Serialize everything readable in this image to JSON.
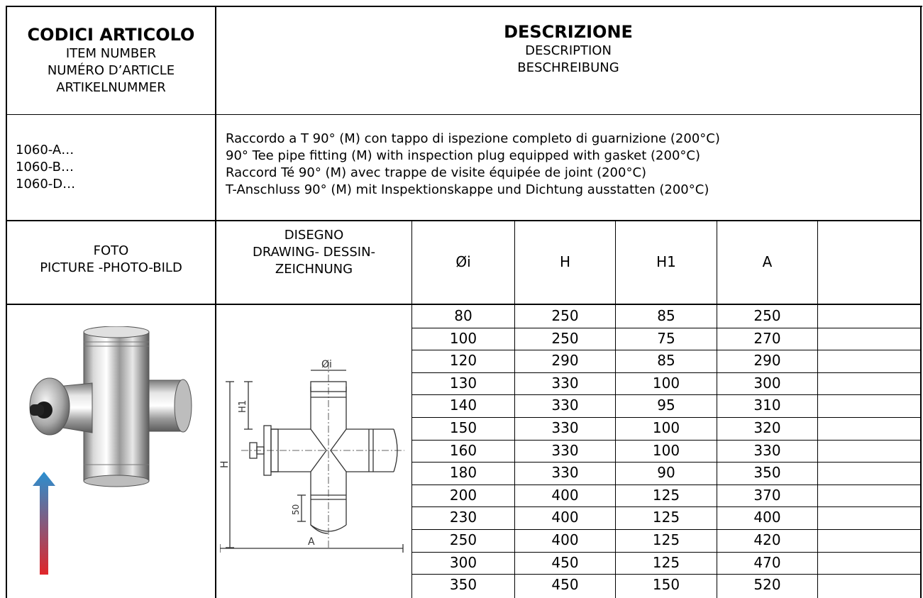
{
  "header": {
    "codes_title": "CODICI ARTICOLO",
    "codes_en": "ITEM NUMBER",
    "codes_fr": "NUMÉRO D’ARTICLE",
    "codes_de": "ARTIKELNUMMER",
    "desc_title": "DESCRIZIONE",
    "desc_en": "DESCRIPTION",
    "desc_de": "BESCHREIBUNG"
  },
  "item": {
    "codes": [
      "1060-A…",
      "1060-B…",
      "1060-D…"
    ],
    "descriptions": [
      "Raccordo a T 90° (M) con tappo di ispezione completo di guarnizione (200°C)",
      "90° Tee pipe fitting (M) with inspection plug equipped with gasket (200°C)",
      "Raccord Té 90° (M) avec trappe de visite équipée de joint (200°C)",
      "T-Anschluss 90° (M) mit Inspektionskappe und Dichtung ausstatten (200°C)"
    ]
  },
  "columns": {
    "photo_title": "FOTO",
    "photo_sub": "PICTURE -PHOTO-BILD",
    "drawing_title": "DISEGNO",
    "drawing_sub1": "DRAWING- DESSIN-",
    "drawing_sub2": "ZEICHNUNG",
    "headers": [
      "Øi",
      "H",
      "H1",
      "A",
      ""
    ]
  },
  "drawing_labels": {
    "diameter": "Øi",
    "h": "H",
    "h1": "H1",
    "fifty": "50",
    "a": "A"
  },
  "table": {
    "rows": [
      [
        "80",
        "250",
        "85",
        "250"
      ],
      [
        "100",
        "250",
        "75",
        "270"
      ],
      [
        "120",
        "290",
        "85",
        "290"
      ],
      [
        "130",
        "330",
        "100",
        "300"
      ],
      [
        "140",
        "330",
        "95",
        "310"
      ],
      [
        "150",
        "330",
        "100",
        "320"
      ],
      [
        "160",
        "330",
        "100",
        "330"
      ],
      [
        "180",
        "330",
        "90",
        "350"
      ],
      [
        "200",
        "400",
        "125",
        "370"
      ],
      [
        "230",
        "400",
        "125",
        "400"
      ],
      [
        "250",
        "400",
        "125",
        "420"
      ],
      [
        "300",
        "450",
        "125",
        "470"
      ],
      [
        "350",
        "450",
        "150",
        "520"
      ]
    ]
  },
  "colors": {
    "arrow_top": "#2a8fd0",
    "arrow_bottom": "#e0262a"
  }
}
